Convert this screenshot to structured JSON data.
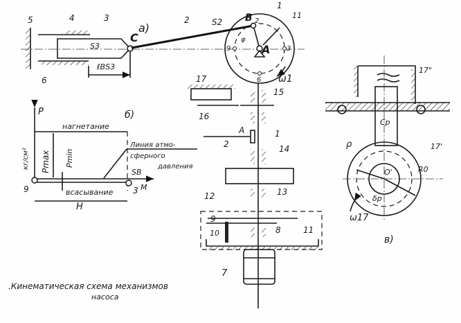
{
  "labels": {
    "view_a": "а)",
    "view_b": "б)",
    "view_v": "в)",
    "n1": "1",
    "n2": "2",
    "n3": "3",
    "n4": "4",
    "n5": "5",
    "n6": "6",
    "n7": "7",
    "n8": "8",
    "n9": "9",
    "n10": "10",
    "n11": "11",
    "n12": "12",
    "n13": "13",
    "n14": "14",
    "n15": "15",
    "n16": "16",
    "n17": "17",
    "n17b": "17'",
    "n17c": "17\"",
    "pB": "B",
    "pA": "A",
    "pC": "C",
    "s2": "S2",
    "s3": "S3",
    "lbs3": "ℓBS3",
    "omega1": "ω1",
    "omega17": "ω17",
    "pt2": "2",
    "pt3": "3",
    "pt6": "6",
    "pt9": "9",
    "pt_phi": "φ",
    "cam_O": "O'",
    "cam_R0": "R0",
    "cam_dp": "δp",
    "cam_Cp": "Cp",
    "cam_rho": "ρ",
    "lever_A": "A",
    "lever_2": "2"
  },
  "diagram_b": {
    "y_axis": "P",
    "y_unit": "кг/см²",
    "discharge": "нагнетание",
    "suction": "всасывание",
    "pmax": "Pmax",
    "pmin": "Pmin",
    "atm_line_1": "Линия атмо-",
    "atm_line_2": "сферного",
    "atm_line_3": "давления",
    "sB": "SB",
    "m": "M",
    "stroke": "H",
    "left_pt": "9",
    "right_pt": "3"
  },
  "caption": {
    "line1": ".Кинематическая схема механизмов",
    "line2": "насоса"
  }
}
